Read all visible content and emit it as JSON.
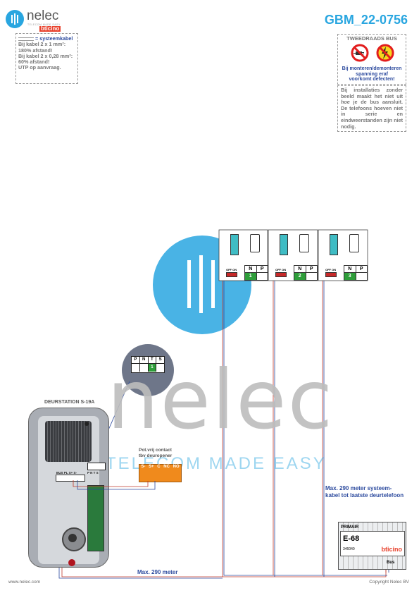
{
  "brand": {
    "name": "nelec",
    "tagline": "TELECOM MADE EASY",
    "partner": "bticino",
    "brand_blue": "#29a6e0"
  },
  "document_id": "GBM_22-0756",
  "cable_note": {
    "heading": "= systeemkabel",
    "lines": [
      "Bij kabel 2 x 1 mm²:",
      "180% afstand!",
      "Bij kabel 2 x 0,28 mm²:",
      "60% afstand!",
      "UTP op aanvraag."
    ]
  },
  "bus_box": {
    "title": "TWEEDRAADS BUS",
    "warning_lines": [
      "Bij monteren/demonteren",
      "spanning eraf",
      "voorkomt defecten!"
    ],
    "info": "Bij installaties zonder beeld maakt het niet uit hoe je de bus aansluit. De telefoons hoeven niet in serie en eindweerstanden zijn niet nodig.",
    "info_emphasis": "hoe"
  },
  "intercoms": [
    {
      "number": "1",
      "switch_label": "OFF ON",
      "col_n": "N",
      "col_p": "P"
    },
    {
      "number": "2",
      "switch_label": "OFF ON",
      "col_n": "N",
      "col_p": "P"
    },
    {
      "number": "3",
      "switch_label": "OFF ON",
      "col_n": "N",
      "col_p": "P"
    }
  ],
  "terminal_zoom": {
    "labels": [
      "P",
      "N",
      "T",
      "S"
    ],
    "value": "1"
  },
  "door_station": {
    "title": "DEURSTATION S-19A",
    "terminal_labels": "BUS PL S+ S-",
    "pnts_labels": "P N T S"
  },
  "relay_contact": {
    "label_line1": "Pot.vrij contact",
    "label_line2": "tbv deuropener",
    "terminals": [
      "S-",
      "S+",
      "C",
      "NC",
      "NO"
    ]
  },
  "power_supply": {
    "label_top": "PRIMAIR",
    "model": "E-68",
    "code": "346040",
    "brand": "bticino",
    "bus_label": "Bus"
  },
  "distance_bottom": "Max. 290 meter",
  "distance_note_lines": [
    "Max. 290 meter systeem-",
    "kabel tot laatste deurtelefoon"
  ],
  "footer_left": "www.nelec.com",
  "footer_right": "Copyright Nelec BV"
}
